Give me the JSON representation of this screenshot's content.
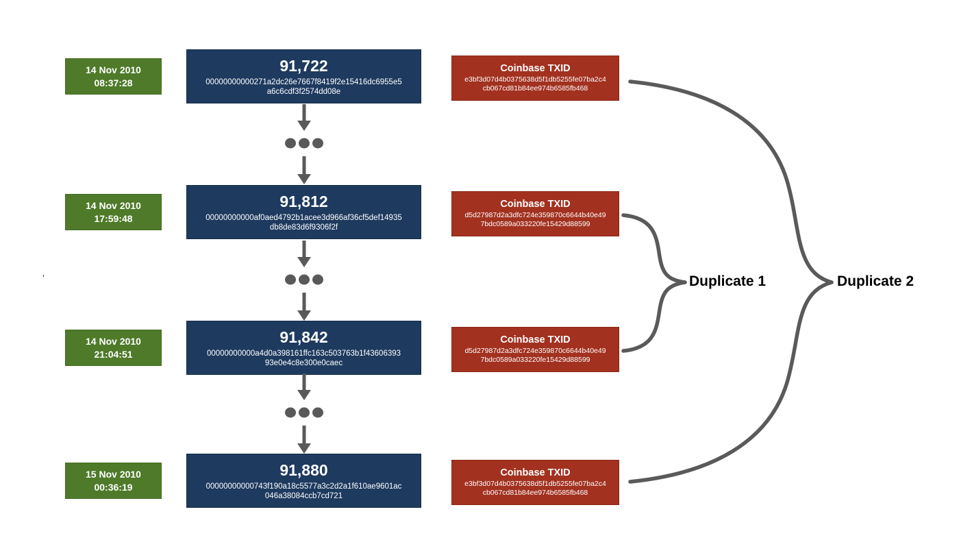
{
  "diagram": {
    "rows": [
      {
        "date": "14 Nov 2010",
        "time": "08:37:28",
        "block": {
          "height": "91,722",
          "hash_line1": "00000000000271a2dc26e7667f8419f2e15416dc6955e5",
          "hash_line2": "a6c6cdf3f2574dd08e"
        },
        "coinbase": {
          "title": "Coinbase TXID",
          "txid_line1": "e3bf3d07d4b0375638d5f1db5255fe07ba2c4",
          "txid_line2": "cb067cd81b84ee974b6585fb468"
        }
      },
      {
        "date": "14 Nov 2010",
        "time": "17:59:48",
        "block": {
          "height": "91,812",
          "hash_line1": "00000000000af0aed4792b1acee3d966af36cf5def14935",
          "hash_line2": "db8de83d6f9306f2f"
        },
        "coinbase": {
          "title": "Coinbase TXID",
          "txid_line1": "d5d27987d2a3dfc724e359870c6644b40e49",
          "txid_line2": "7bdc0589a033220fe15429d88599"
        }
      },
      {
        "date": "14 Nov 2010",
        "time": "21:04:51",
        "block": {
          "height": "91,842",
          "hash_line1": "00000000000a4d0a398161ffc163c503763b1f43606393",
          "hash_line2": "93e0e4c8e300e0caec"
        },
        "coinbase": {
          "title": "Coinbase TXID",
          "txid_line1": "d5d27987d2a3dfc724e359870c6644b40e49",
          "txid_line2": "7bdc0589a033220fe15429d88599"
        }
      },
      {
        "date": "15 Nov 2010",
        "time": "00:36:19",
        "block": {
          "height": "91,880",
          "hash_line1": "00000000000743f190a18c5577a3c2d2a1f610ae9601ac",
          "hash_line2": "046a38084ccb7cd721"
        },
        "coinbase": {
          "title": "Coinbase TXID",
          "txid_line1": "e3bf3d07d4b0375638d5f1db5255fe07ba2c4",
          "txid_line2": "cb067cd81b84ee974b6585fb468"
        }
      }
    ],
    "labels": {
      "duplicate1": "Duplicate 1",
      "duplicate2": "Duplicate 2"
    },
    "stray_mark": "'",
    "colors": {
      "block_box": "#1e3a5f",
      "date_box": "#4e7a29",
      "coinbase_box": "#a23120",
      "connector": "#595959",
      "label_text": "#000000",
      "box_text": "#ffffff"
    }
  }
}
